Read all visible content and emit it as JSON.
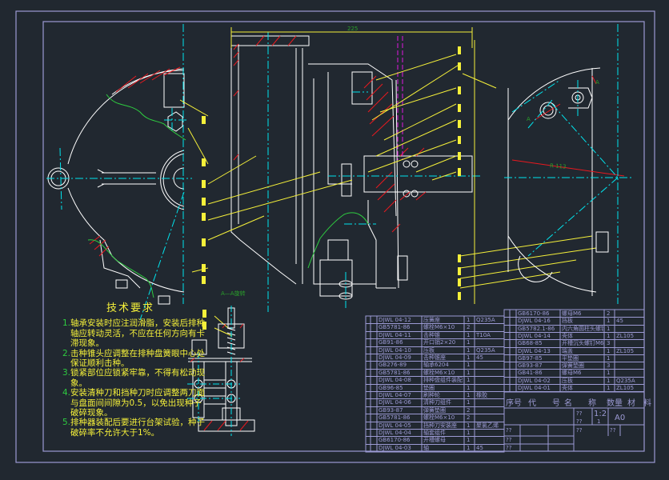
{
  "drawing": {
    "dimension_label": "225",
    "radius_label": "R 113",
    "section_label": "A—A旋转",
    "section_mark_a": "A",
    "section_mark_b": "A"
  },
  "technical_requirements": {
    "title": "技术要求",
    "items": [
      {
        "num": "1.",
        "text": "轴承安装时应注润滑脂，安装后排种轴应转动灵活，不应在任何方向有卡滞现象。"
      },
      {
        "num": "2.",
        "text": "击种锥头应调整在排种盘簧眼中心处保证顺利击种。"
      },
      {
        "num": "3.",
        "text": "锁紧部位应锁紧牢靠，不得有松动现象。"
      },
      {
        "num": "4.",
        "text": "安装清种刀和挡种刀时应调整两刀面与盘面间间隙为0.5，以免出现种子破碎现象。"
      },
      {
        "num": "5.",
        "text": "排种器装配后要进行台架试验，种子破碎率不允许大于1%。"
      }
    ]
  },
  "parts_list_left": [
    {
      "seq": "",
      "code": "DJWL 04-12",
      "name": "压簧座",
      "qty": "1",
      "material": "Q235A"
    },
    {
      "seq": "",
      "code": "GB5781-86",
      "name": "螺栓M6×10",
      "qty": "2",
      "material": ""
    },
    {
      "seq": "",
      "code": "DJWL 04-11",
      "name": "击种锥",
      "qty": "1",
      "material": "T10A"
    },
    {
      "seq": "",
      "code": "GB91-86",
      "name": "开口销2×20",
      "qty": "1",
      "material": ""
    },
    {
      "seq": "",
      "code": "DJWL 04-10",
      "name": "压板",
      "qty": "1",
      "material": "Q235A"
    },
    {
      "seq": "",
      "code": "DJWL 04-09",
      "name": "击种锥座",
      "qty": "1",
      "material": "45"
    },
    {
      "seq": "",
      "code": "GB276-89",
      "name": "轴承6204",
      "qty": "1",
      "material": ""
    },
    {
      "seq": "",
      "code": "GB5781-86",
      "name": "螺栓M6×10",
      "qty": "1",
      "material": ""
    },
    {
      "seq": "",
      "code": "DJWL 04-08",
      "name": "排种盘组件装配",
      "qty": "1",
      "material": ""
    },
    {
      "seq": "",
      "code": "GB96-85",
      "name": "垫圈",
      "qty": "1",
      "material": ""
    },
    {
      "seq": "",
      "code": "DJWL 04-07",
      "name": "刷种轮",
      "qty": "1",
      "material": "橡胶"
    },
    {
      "seq": "",
      "code": "DJWL 04-06",
      "name": "清种刀组件",
      "qty": "1",
      "material": ""
    },
    {
      "seq": "",
      "code": "GB93-87",
      "name": "弹簧垫圈",
      "qty": "2",
      "material": ""
    },
    {
      "seq": "",
      "code": "GB5781-86",
      "name": "螺栓M6×10",
      "qty": "2",
      "material": ""
    },
    {
      "seq": "",
      "code": "DJWL 04-05",
      "name": "挡种刀安装座",
      "qty": "1",
      "material": "聚氯乙烯"
    },
    {
      "seq": "",
      "code": "DJWL 04-04",
      "name": "轴套组件",
      "qty": "1",
      "material": ""
    },
    {
      "seq": "",
      "code": "GB6170-86",
      "name": "开槽螺母",
      "qty": "1",
      "material": ""
    },
    {
      "seq": "",
      "code": "DJWL 04-03",
      "name": "轴",
      "qty": "1",
      "material": "45"
    }
  ],
  "parts_list_right": [
    {
      "seq": "",
      "code": "GB6170-86",
      "name": "螺母M6",
      "qty": "2",
      "material": ""
    },
    {
      "seq": "",
      "code": "DJWL 04-16",
      "name": "挡板",
      "qty": "1",
      "material": "45"
    },
    {
      "seq": "",
      "code": "GB5782.1-86",
      "name": "内六角圆柱头螺钉M6×10",
      "qty": "1",
      "material": ""
    },
    {
      "seq": "",
      "code": "DJWL 04-14",
      "name": "壳体",
      "qty": "1",
      "material": "ZL105"
    },
    {
      "seq": "",
      "code": "GB68-85",
      "name": "开槽沉头螺钉M6×10",
      "qty": "3",
      "material": ""
    },
    {
      "seq": "",
      "code": "DJWL 04-13",
      "name": "端盖",
      "qty": "1",
      "material": "ZL105"
    },
    {
      "seq": "",
      "code": "GB97-85",
      "name": "平垫圈",
      "qty": "1",
      "material": ""
    },
    {
      "seq": "",
      "code": "GB93-87",
      "name": "弹簧垫圈",
      "qty": "3",
      "material": ""
    },
    {
      "seq": "",
      "code": "GB41-86",
      "name": "螺母M6",
      "qty": "1",
      "material": ""
    },
    {
      "seq": "",
      "code": "DJWL 04-02",
      "name": "压板",
      "qty": "1",
      "material": "Q235A"
    },
    {
      "seq": "",
      "code": "DJWL 04-01",
      "name": "壳体",
      "qty": "1",
      "material": "ZL105"
    }
  ],
  "title_block": {
    "header_seq": "序号",
    "header_code": "代　　号",
    "header_name": "名　　称",
    "header_qty": "数量",
    "header_material": "材　料",
    "scale": "1:2",
    "sheets": "1",
    "sheet_size": "A0",
    "label_scale": "??",
    "label_sheets": "??",
    "label_a": "??",
    "label_b": "??",
    "label_design": "??",
    "label_check": "??",
    "label_approve": "??"
  },
  "colors": {
    "background": "#212830",
    "frame": "#9c9ad4",
    "outline": "#ffffff",
    "center_line": "#00e5ee",
    "hatch": "#e8191f",
    "leader": "#f5f03a",
    "break_line": "#2ecc40",
    "hidden": "#e019e0",
    "dim_text": "#2aa02a"
  }
}
